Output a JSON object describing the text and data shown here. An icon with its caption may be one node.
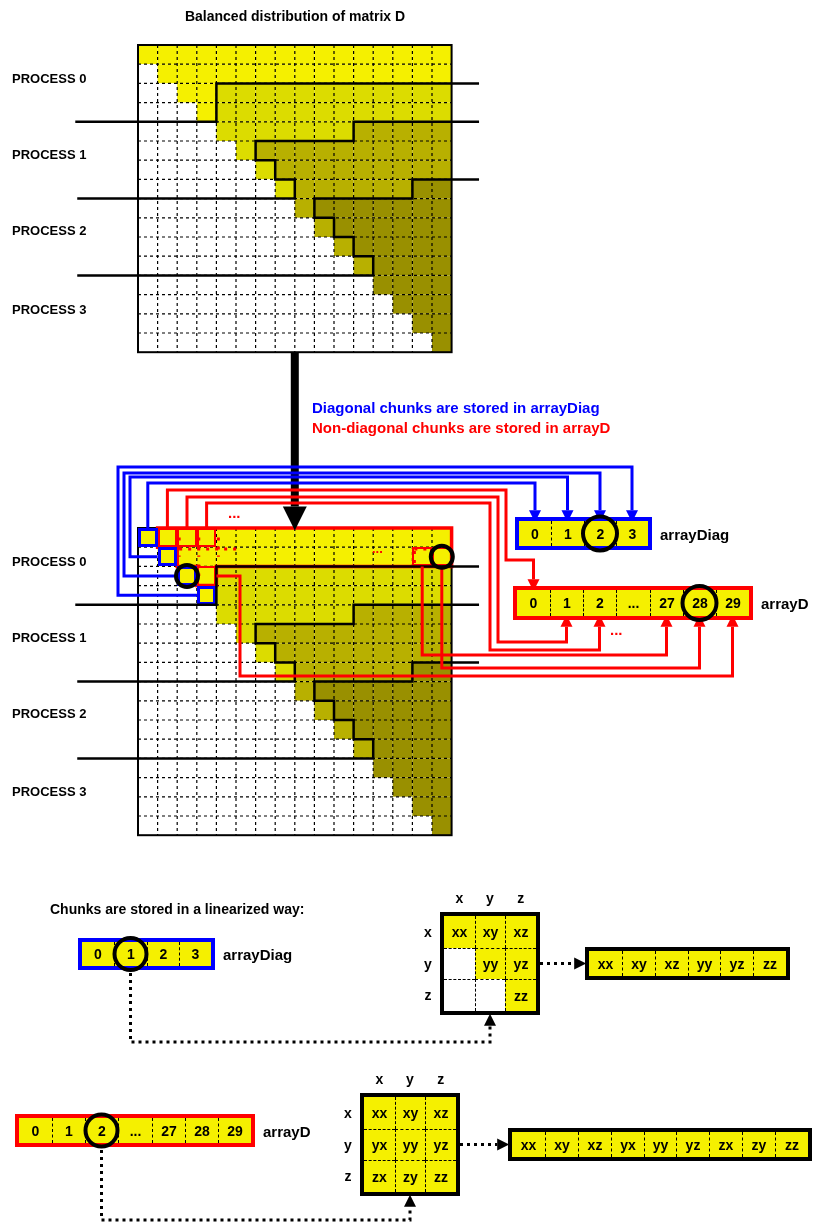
{
  "diagram": {
    "title": "Balanced distribution of matrix D",
    "nodes": [
      {
        "text": [],
        "shape": "grid"
      },
      {
        "text": [],
        "shape": "grid"
      },
      {
        "text": [],
        "shape": "box",
        "in": 1
      },
      {
        "text": [],
        "shape": "box",
        "in": 1
      },
      {
        "text": [],
        "shape": "box",
        "in": 1
      },
      {
        "text": [],
        "shape": "box",
        "in": 1
      },
      {
        "text": [],
        "shape": "box",
        "in": 1
      },
      {
        "text": [],
        "shape": "box",
        "in": 1
      },
      {
        "text": [],
        "shape": "box",
        "in": 1
      },
      {
        "text": [],
        "shape": "box",
        "in": 1
      },
      {
        "text": [],
        "shape": "box",
        "in": 1
      },
      {
        "text": [],
        "shape": "box",
        "in": 1
      },
      {
        "text": [],
        "shape": "box",
        "beside": [
          "arrayDiag"
        ]
      },
      {
        "text": [
          "0"
        ],
        "in": 12
      },
      {
        "text": [
          "1"
        ],
        "in": 12
      },
      {
        "text": [
          "2"
        ],
        "in": 12
      },
      {
        "text": [
          "3"
        ],
        "in": 12
      },
      {
        "text": [],
        "shape": "box",
        "beside": [
          "arrayD"
        ]
      },
      {
        "text": [
          "0"
        ],
        "in": 17
      },
      {
        "text": [
          "1"
        ],
        "in": 17
      },
      {
        "text": [
          "2"
        ],
        "in": 17
      },
      {
        "text": [
          "..."
        ],
        "in": 17
      },
      {
        "text": [
          "27"
        ],
        "in": 17
      },
      {
        "text": [
          "28"
        ],
        "in": 17
      },
      {
        "text": [
          "29"
        ],
        "in": 17
      },
      {
        "text": [],
        "shape": "box",
        "beside": [
          "arrayDiag"
        ]
      },
      {
        "text": [
          "0"
        ],
        "in": 25
      },
      {
        "text": [
          "1"
        ],
        "in": 25
      },
      {
        "text": [
          "2"
        ],
        "in": 25
      },
      {
        "text": [
          "3"
        ],
        "in": 25
      },
      {
        "text": [],
        "shape": "grid",
        "beside": [
          "x",
          "y",
          "z",
          "x",
          "y",
          "z"
        ]
      },
      {
        "text": [
          "xx"
        ],
        "in": 30
      },
      {
        "text": [
          "xy"
        ],
        "in": 30
      },
      {
        "text": [
          "xz"
        ],
        "in": 30
      },
      {
        "text": [],
        "shape": "box",
        "in": 30
      },
      {
        "text": [
          "yy"
        ],
        "in": 30
      },
      {
        "text": [
          "yz"
        ],
        "in": 30
      },
      {
        "text": [],
        "shape": "box",
        "in": 30
      },
      {
        "text": [],
        "shape": "box",
        "in": 30
      },
      {
        "text": [
          "zz"
        ],
        "in": 30
      },
      {
        "text": [],
        "shape": "box"
      },
      {
        "text": [
          "xx"
        ],
        "in": 40
      },
      {
        "text": [
          "xy"
        ],
        "in": 40
      },
      {
        "text": [
          "xz"
        ],
        "in": 40
      },
      {
        "text": [
          "yy"
        ],
        "in": 40
      },
      {
        "text": [
          "yz"
        ],
        "in": 40
      },
      {
        "text": [
          "zz"
        ],
        "in": 40
      },
      {
        "text": [],
        "shape": "box",
        "beside": [
          "arrayD"
        ]
      },
      {
        "text": [
          "0"
        ],
        "in": 47
      },
      {
        "text": [
          "1"
        ],
        "in": 47
      },
      {
        "text": [
          "2"
        ],
        "in": 47
      },
      {
        "text": [
          "..."
        ],
        "in": 47
      },
      {
        "text": [
          "27"
        ],
        "in": 47
      },
      {
        "text": [
          "28"
        ],
        "in": 47
      },
      {
        "text": [
          "29"
        ],
        "in": 47
      },
      {
        "text": [],
        "shape": "grid",
        "beside": [
          "x",
          "y",
          "z",
          "x",
          "y",
          "z"
        ]
      },
      {
        "text": [
          "xx"
        ],
        "in": 55
      },
      {
        "text": [
          "xy"
        ],
        "in": 55
      },
      {
        "text": [
          "xz"
        ],
        "in": 55
      },
      {
        "text": [
          "yx"
        ],
        "in": 55
      },
      {
        "text": [
          "yy"
        ],
        "in": 55
      },
      {
        "text": [
          "yz"
        ],
        "in": 55
      },
      {
        "text": [
          "zx"
        ],
        "in": 55
      },
      {
        "text": [
          "zy"
        ],
        "in": 55
      },
      {
        "text": [
          "zz"
        ],
        "in": 55
      },
      {
        "text": [],
        "shape": "box"
      },
      {
        "text": [
          "xx"
        ],
        "in": 65
      },
      {
        "text": [
          "xy"
        ],
        "in": 65
      },
      {
        "text": [
          "xz"
        ],
        "in": 65
      },
      {
        "text": [
          "yx"
        ],
        "in": 65
      },
      {
        "text": [
          "yy"
        ],
        "in": 65
      },
      {
        "text": [
          "yz"
        ],
        "in": 65
      },
      {
        "text": [
          "zx"
        ],
        "in": 65
      },
      {
        "text": [
          "zy"
        ],
        "in": 65
      },
      {
        "text": [
          "zz"
        ],
        "in": 65
      }
    ],
    "edges": [
      {
        "from": 0,
        "to": 1,
        "arrow": "to",
        "style": "thick",
        "color": "#000000"
      },
      {
        "from": 2,
        "to": 13,
        "arrow": "to",
        "color": "#0000ff"
      },
      {
        "from": 3,
        "to": 14,
        "arrow": "to",
        "color": "#0000ff"
      },
      {
        "from": 4,
        "to": 15,
        "arrow": "to",
        "color": "#0000ff"
      },
      {
        "from": 5,
        "to": 16,
        "arrow": "to",
        "color": "#0000ff"
      },
      {
        "from": 6,
        "to": 18,
        "arrow": "to",
        "color": "#ff0000"
      },
      {
        "from": 7,
        "to": 19,
        "arrow": "to",
        "color": "#ff0000"
      },
      {
        "from": 8,
        "to": 20,
        "arrow": "to",
        "color": "#ff0000"
      },
      {
        "from": 9,
        "to": 22,
        "arrow": "to",
        "color": "#ff0000"
      },
      {
        "from": 10,
        "to": 23,
        "arrow": "to",
        "color": "#ff0000"
      },
      {
        "from": 11,
        "to": 24,
        "arrow": "to",
        "color": "#ff0000"
      },
      {
        "from": 27,
        "to": 30,
        "arrow": "to",
        "style": "dashed",
        "color": "#000000"
      },
      {
        "from": 30,
        "to": 40,
        "arrow": "to",
        "style": "dashed",
        "color": "#000000"
      },
      {
        "from": 50,
        "to": 55,
        "arrow": "to",
        "style": "dashed",
        "color": "#000000"
      },
      {
        "from": 55,
        "to": 65,
        "arrow": "to",
        "style": "dashed",
        "color": "#000000"
      }
    ],
    "labels": [
      "PROCESS 0",
      "PROCESS 1",
      "PROCESS 2",
      "PROCESS 3",
      "Diagonal chunks are stored in arrayDiag",
      "Non-diagonal chunks are stored in arrayD",
      "...",
      "PROCESS 0",
      "...",
      "...",
      "PROCESS 1",
      "PROCESS 2",
      "PROCESS 3",
      "Chunks are stored in a linearized way:"
    ]
  }
}
